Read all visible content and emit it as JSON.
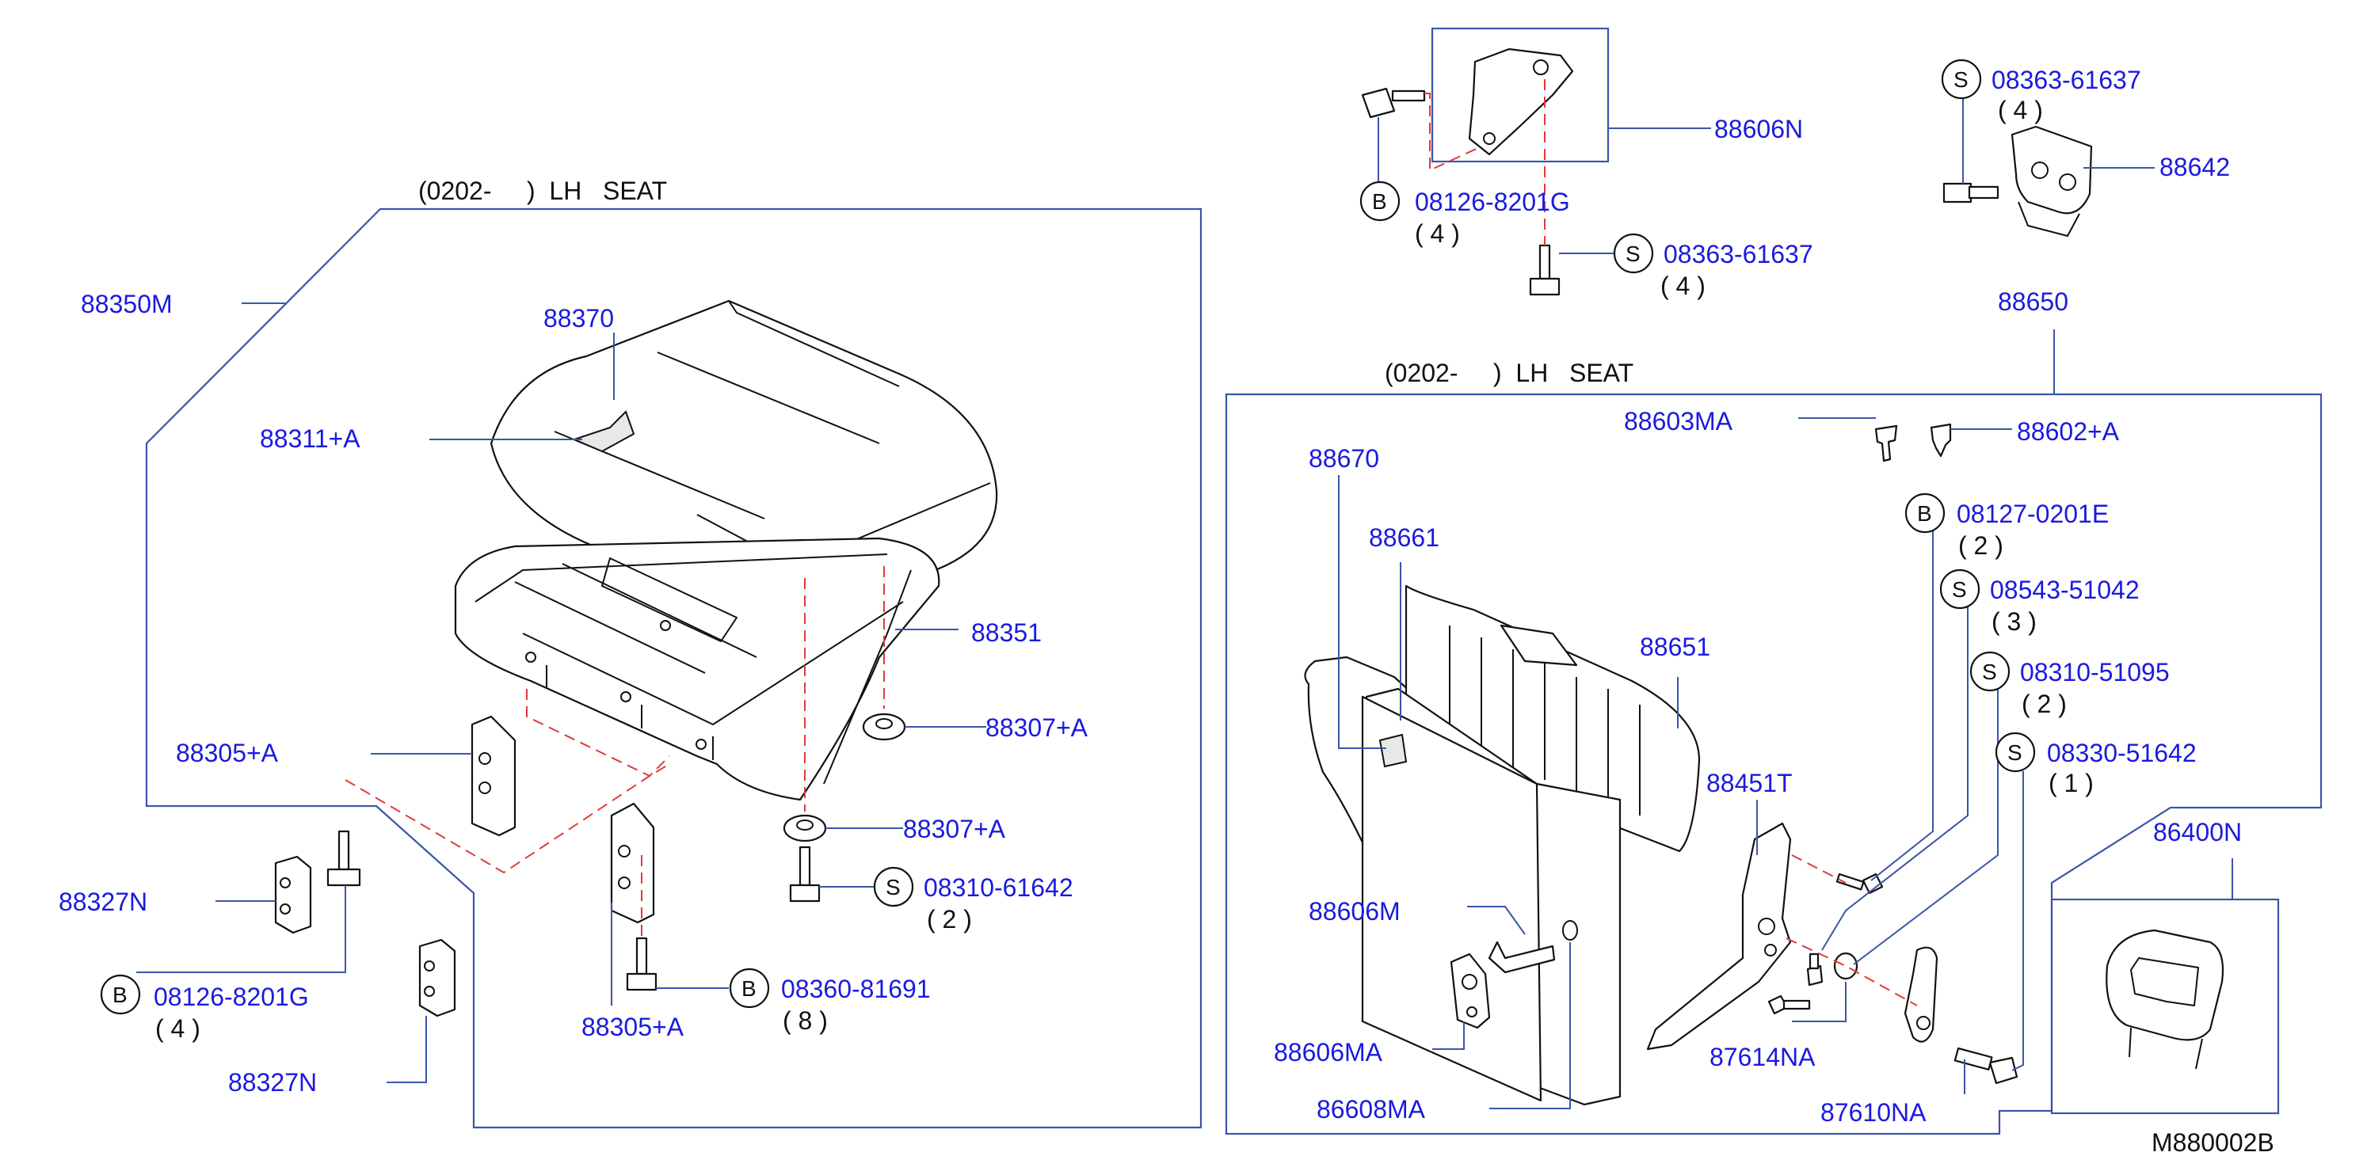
{
  "left_group": {
    "header": "(0202-     )  LH   SEAT",
    "assembly": "88350M",
    "parts": {
      "cushion_trim": "88370",
      "cushion_pad": "88311+A",
      "frame": "88351",
      "bushing_1": "88307+A",
      "bushing_2": "88307+A",
      "hinge_1": "88305+A",
      "hinge_2": "88305+A",
      "bracket_1": "88327N",
      "bracket_2": "88327N"
    },
    "fasteners": [
      {
        "symbol": "S",
        "number": "08310-61642",
        "qty": "( 2 )"
      },
      {
        "symbol": "B",
        "number": "08126-8201G",
        "qty": "( 4 )"
      },
      {
        "symbol": "B",
        "number": "08360-81691",
        "qty": "( 8 )"
      }
    ]
  },
  "top_group": {
    "bracket": "88606N",
    "striker": "88642",
    "fasteners": [
      {
        "symbol": "B",
        "number": "08126-8201G",
        "qty": "( 4 )"
      },
      {
        "symbol": "S",
        "number": "08363-61637",
        "qty": "( 4 )"
      },
      {
        "symbol": "S",
        "number": "08363-61637",
        "qty": "( 4 )"
      }
    ]
  },
  "right_group": {
    "header": "(0202-     )  LH   SEAT",
    "assembly": "88650",
    "parts": {
      "stop_a": "88603MA",
      "stop_b": "88602+A",
      "back_trim": "88670",
      "back_pad": "88661",
      "back_frame": "88651",
      "recliner": "88451T",
      "bracket_m": "88606M",
      "bracket_ma": "88606MA",
      "cover": "86608MA",
      "lever": "87614NA",
      "knob": "87610NA",
      "headrest": "86400N"
    },
    "fasteners": [
      {
        "symbol": "B",
        "number": "08127-0201E",
        "qty": "( 2 )"
      },
      {
        "symbol": "S",
        "number": "08543-51042",
        "qty": "( 3 )"
      },
      {
        "symbol": "S",
        "number": "08310-51095",
        "qty": "( 2 )"
      },
      {
        "symbol": "S",
        "number": "08330-51642",
        "qty": "( 1 )"
      }
    ]
  },
  "diagram_code": "M880002B"
}
